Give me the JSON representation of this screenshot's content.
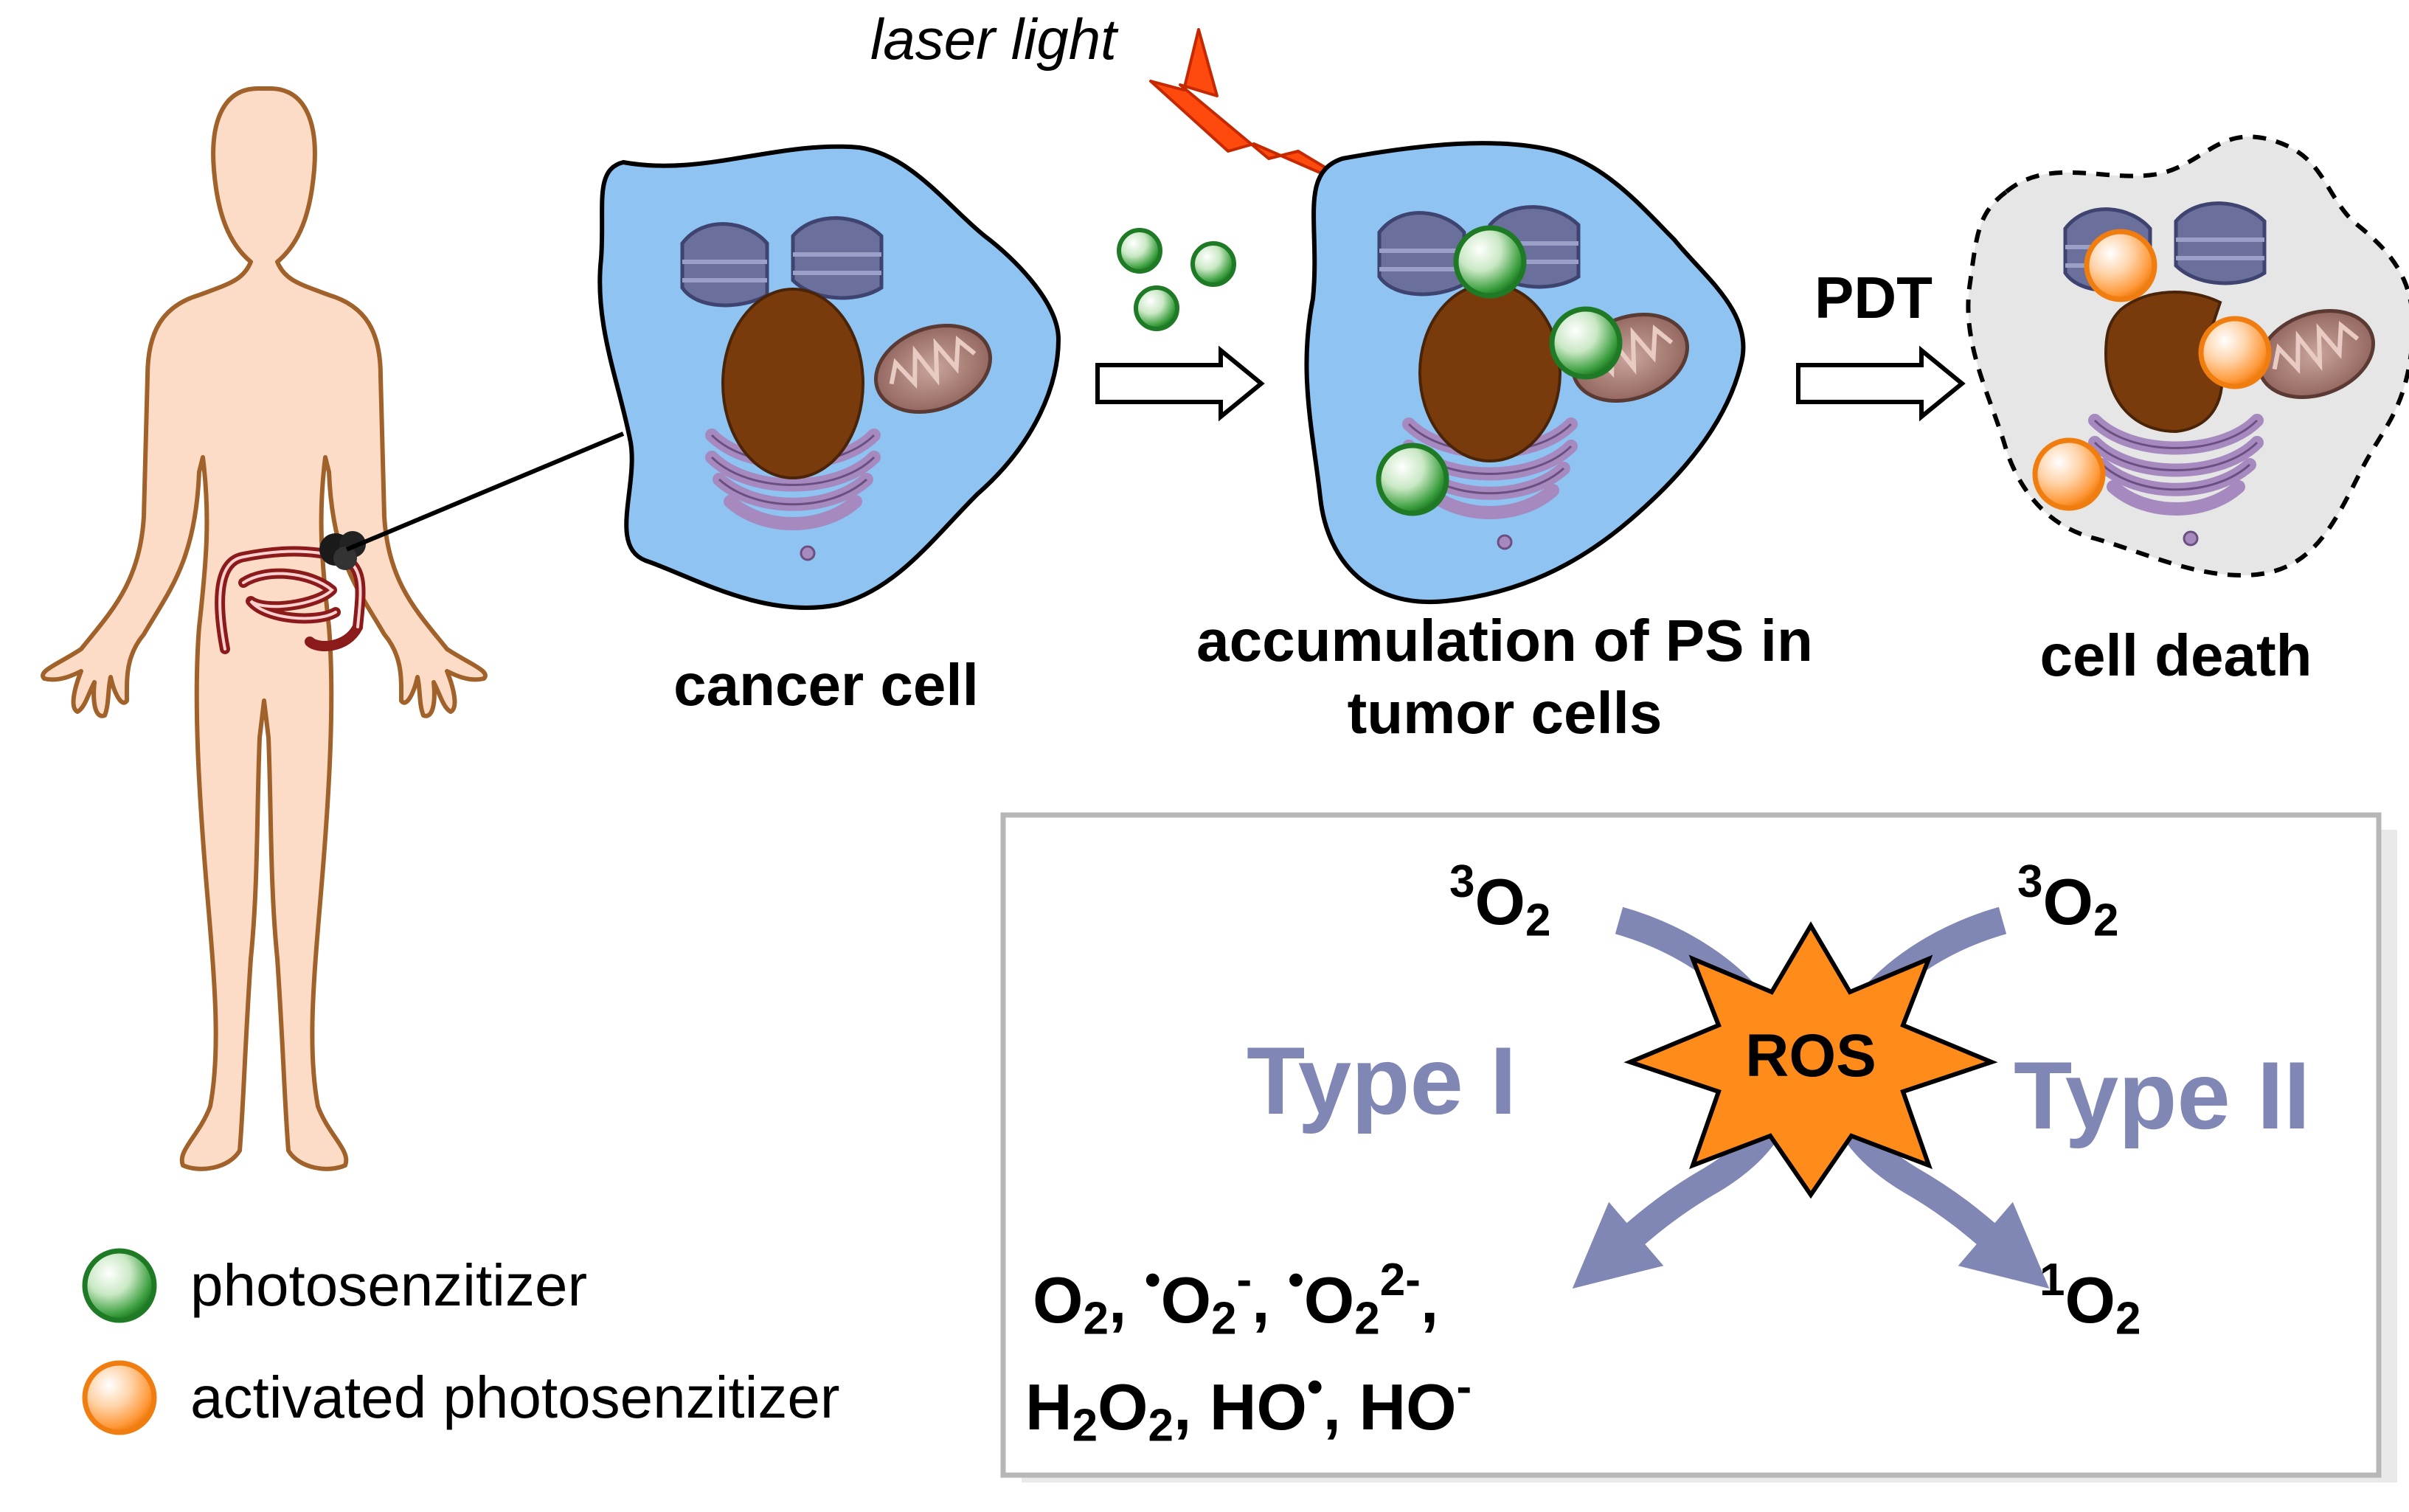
{
  "labels": {
    "laser": "laser light",
    "cancer_cell": "cancer cell",
    "accumulation_line1": "accumulation of PS in",
    "accumulation_line2": "tumor cells",
    "pdt": "PDT",
    "cell_death": "cell death"
  },
  "legend": {
    "photosensitizer": "photosenzitizer",
    "activated": "activated photosenzitizer"
  },
  "ros_panel": {
    "ros": "ROS",
    "type1": "Type I",
    "type2": "Type II",
    "o2_triplet_left": {
      "sup": "3",
      "base": "O",
      "sub": "2"
    },
    "o2_triplet_right": {
      "sup": "3",
      "base": "O",
      "sub": "2"
    },
    "singlet_o2": {
      "sup": "1",
      "base": "O",
      "sub": "2"
    },
    "type1_products_line1": {
      "p1_base": "O",
      "p1_sub": "2",
      "sep1": ", ",
      "p2_dot": "•",
      "p2_base": "O",
      "p2_sub": "2",
      "p2_sup": "-",
      "sep2": ", ",
      "p3_dot": "•",
      "p3_base": "O",
      "p3_sub": "2",
      "p3_sup": "2-",
      "sep3": ","
    },
    "type1_products_line2": {
      "h2o2_h": "H",
      "h2o2_sub1": "2",
      "h2o2_o": "O",
      "h2o2_sub2": "2",
      "sep1": ", ",
      "ho_radical": "HO",
      "ho_radical_sup": "•",
      "sep2": ", ",
      "ho_anion": "HO",
      "ho_anion_sup": "-"
    }
  },
  "colors": {
    "cell_fill": "#8ec3f2",
    "nucleus": "#7a3b0c",
    "golgi": "#a68abf",
    "mitochondria": "#9e6f66",
    "er": "#6a6f9c",
    "skin": "#fddcc7",
    "skin_outline": "#a0622a",
    "intestine": "#8b1a1a",
    "ps_green": "#1f8a2a",
    "ps_orange": "#ff8c1a",
    "laser": "#ff4a0d",
    "type_arrow": "#8087b4",
    "ros_star": "#ff8c1a",
    "dead_cell": "#e6e6e6"
  }
}
